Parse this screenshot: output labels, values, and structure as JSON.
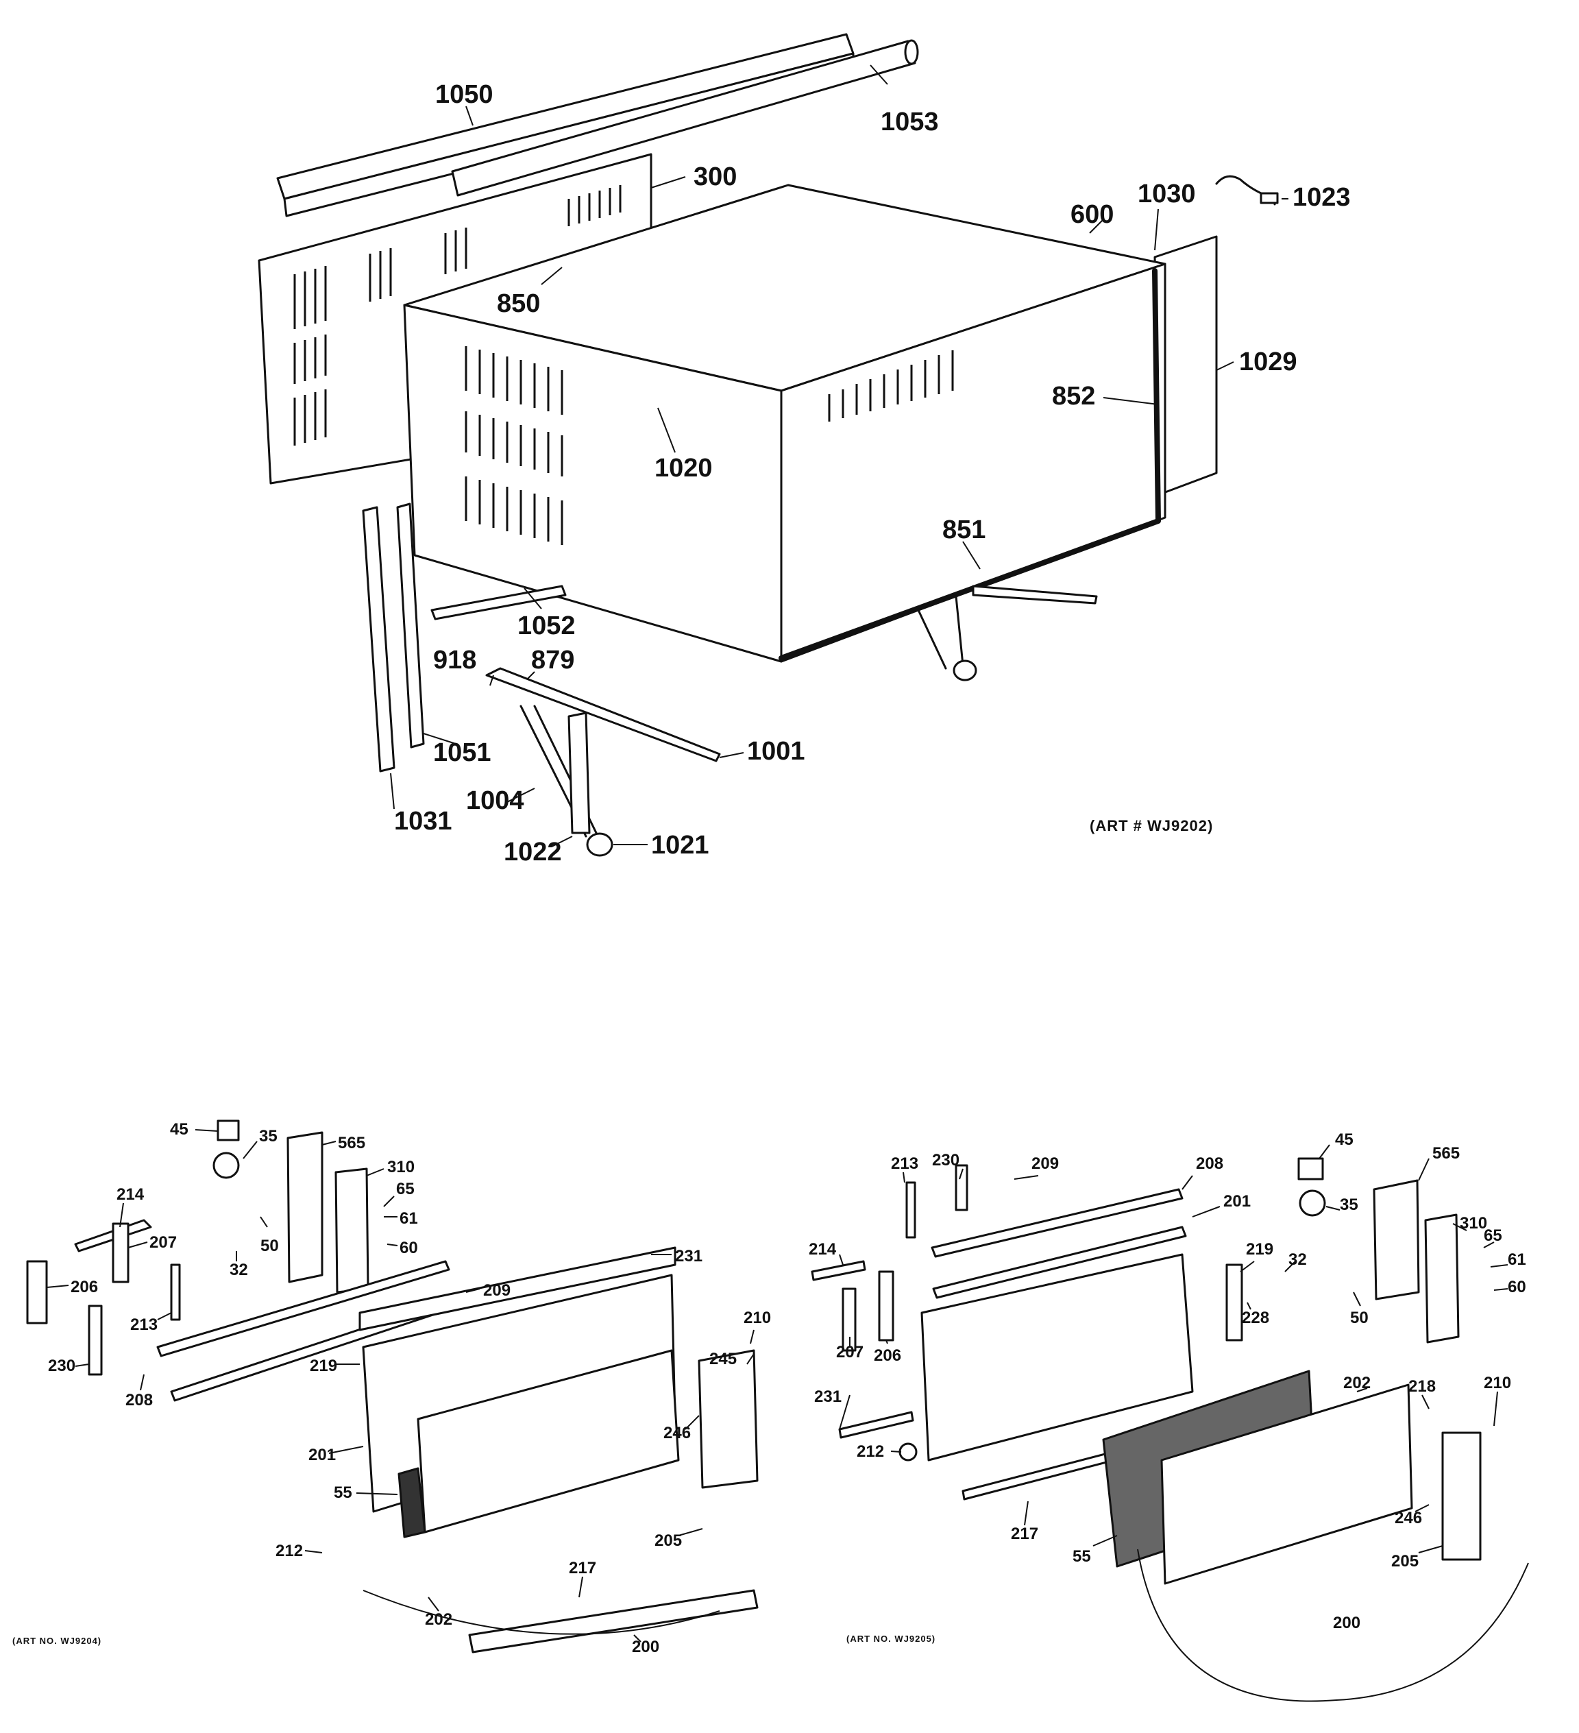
{
  "art_numbers": {
    "top": "(ART # WJ9202)",
    "bottom_left": "(ART NO. WJ9204)",
    "bottom_right": "(ART NO. WJ9205)"
  },
  "top_labels": {
    "p1050": "1050",
    "p1053": "1053",
    "p300": "300",
    "p600": "600",
    "p1030": "1030",
    "p1023": "1023",
    "p850": "850",
    "p1029": "1029",
    "p852": "852",
    "p1020": "1020",
    "p851": "851",
    "p1052": "1052",
    "p918": "918",
    "p879": "879",
    "p1001": "1001",
    "p1051": "1051",
    "p1004": "1004",
    "p1031": "1031",
    "p1022": "1022",
    "p1021": "1021"
  },
  "bl_labels": {
    "p45": "45",
    "p35": "35",
    "p565": "565",
    "p214": "214",
    "p310": "310",
    "p65": "65",
    "p207": "207",
    "p61": "61",
    "p50": "50",
    "p60": "60",
    "p32": "32",
    "p206": "206",
    "p231": "231",
    "p213": "213",
    "p209": "209",
    "p210": "210",
    "p230": "230",
    "p208": "208",
    "p219": "219",
    "p245": "245",
    "p246": "246",
    "p201": "201",
    "p55": "55",
    "p212": "212",
    "p205": "205",
    "p217": "217",
    "p202": "202",
    "p200": "200"
  },
  "br_labels": {
    "p45": "45",
    "p213": "213",
    "p230": "230",
    "p209": "209",
    "p208": "208",
    "p565": "565",
    "p35": "35",
    "p201": "201",
    "p310": "310",
    "p214": "214",
    "p65": "65",
    "p61": "61",
    "p219": "219",
    "p32": "32",
    "p60": "60",
    "p50": "50",
    "p207": "207",
    "p206": "206",
    "p228": "228",
    "p202": "202",
    "p231": "231",
    "p218": "218",
    "p210": "210",
    "p212": "212",
    "p246": "246",
    "p217": "217",
    "p55": "55",
    "p205": "205",
    "p200": "200"
  }
}
